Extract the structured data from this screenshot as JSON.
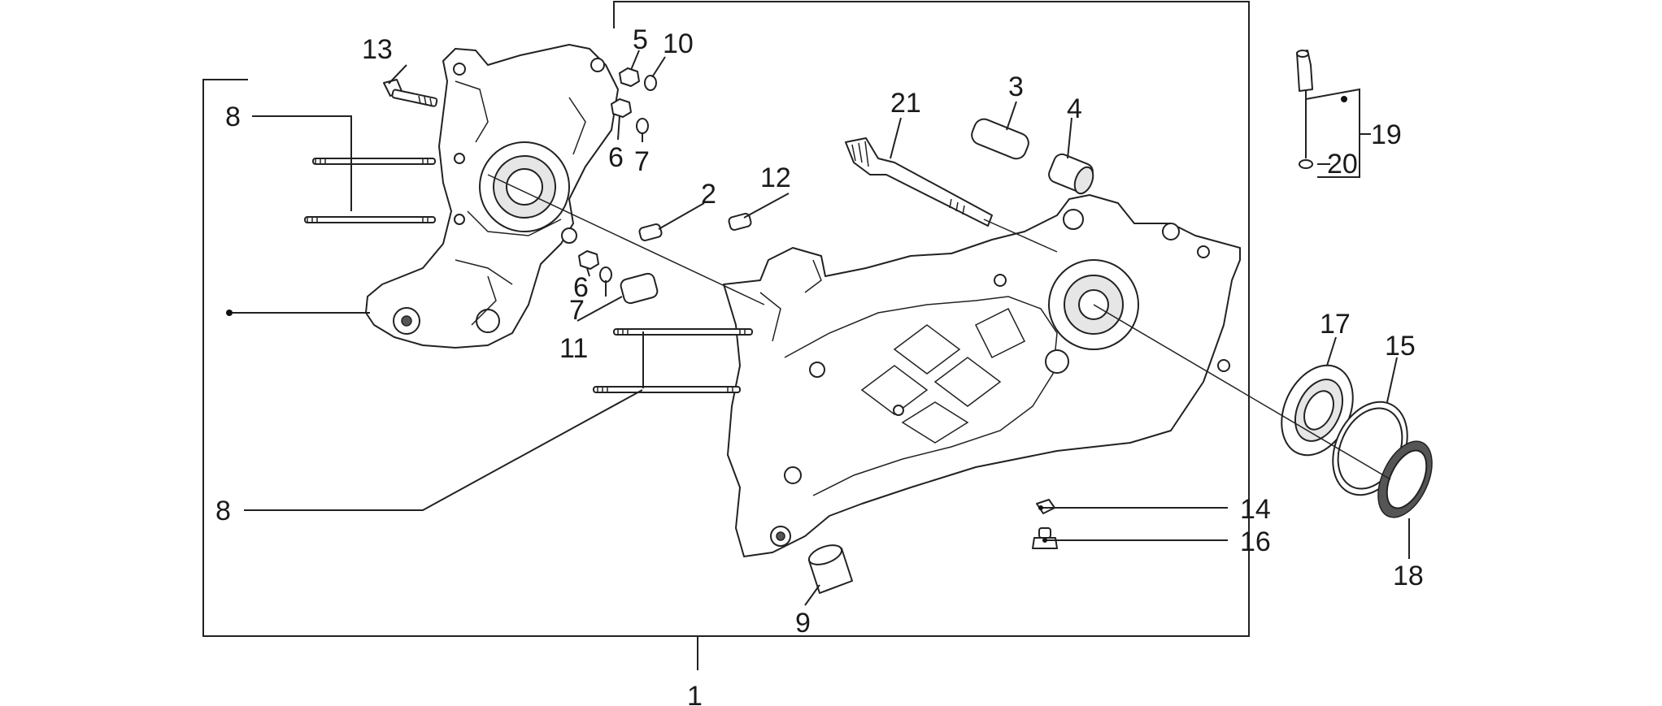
{
  "callouts": {
    "c1": "1",
    "c2": "2",
    "c3": "3",
    "c4": "4",
    "c5": "5",
    "c6a": "6",
    "c6b": "6",
    "c7a": "7",
    "c7b": "7",
    "c8a": "8",
    "c8b": "8",
    "c9": "9",
    "c10": "10",
    "c11": "11",
    "c12": "12",
    "c13": "13",
    "c14": "14",
    "c15": "15",
    "c16": "16",
    "c17": "17",
    "c18": "18",
    "c19": "19",
    "c20": "20",
    "c21": "21"
  },
  "icons": {
    "dot_marker": "filled-circle"
  }
}
